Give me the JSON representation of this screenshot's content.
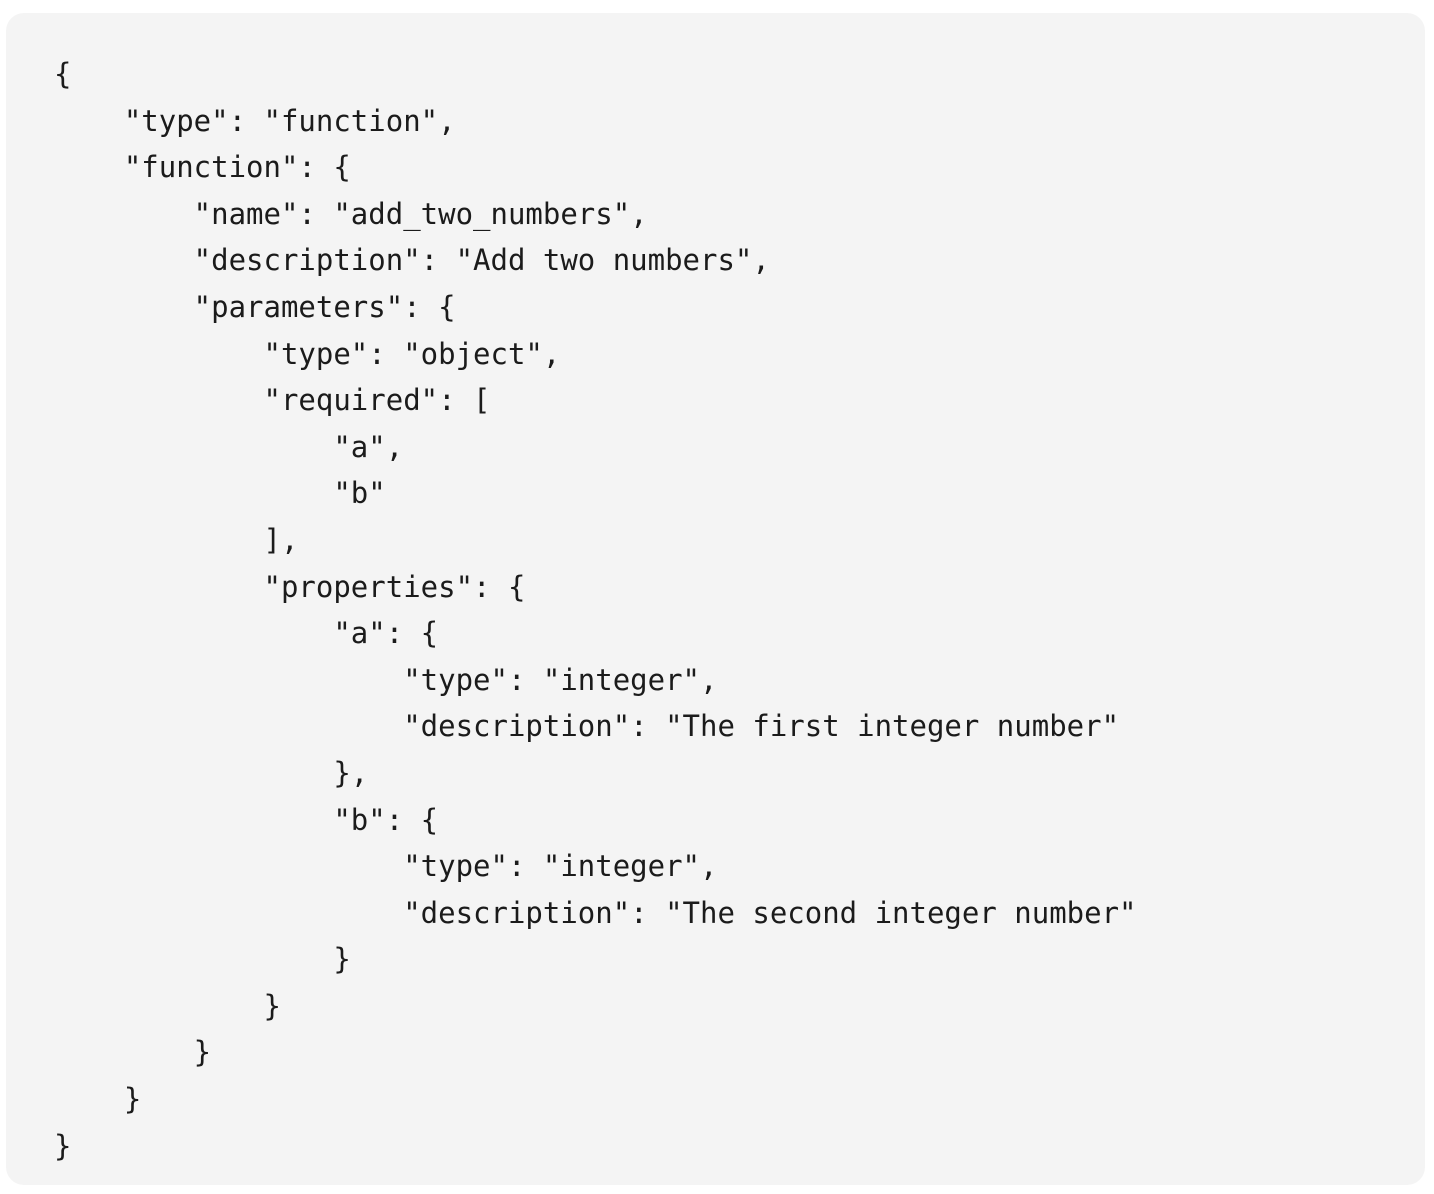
{
  "code": {
    "lines": [
      "{",
      "    \"type\": \"function\",",
      "    \"function\": {",
      "        \"name\": \"add_two_numbers\",",
      "        \"description\": \"Add two numbers\",",
      "        \"parameters\": {",
      "            \"type\": \"object\",",
      "            \"required\": [",
      "                \"a\",",
      "                \"b\"",
      "            ],",
      "            \"properties\": {",
      "                \"a\": {",
      "                    \"type\": \"integer\",",
      "                    \"description\": \"The first integer number\"",
      "                },",
      "                \"b\": {",
      "                    \"type\": \"integer\",",
      "                    \"description\": \"The second integer number\"",
      "                }",
      "            }",
      "        }",
      "    }",
      "}"
    ]
  }
}
